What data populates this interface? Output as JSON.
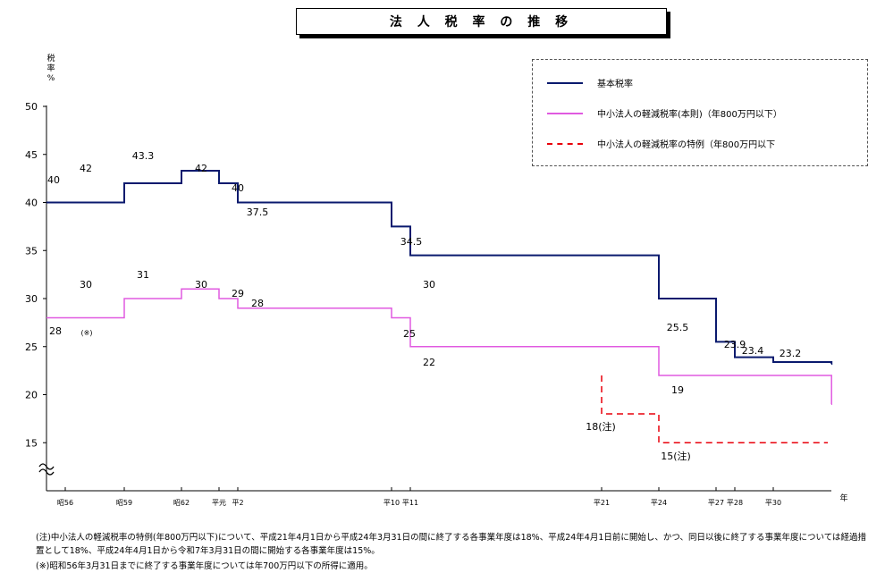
{
  "chart_data": {
    "type": "line",
    "step": true,
    "title": "法 人 税 率 の 推 移",
    "ylabel": "税率 %",
    "xlabel": "年",
    "ylim": [
      10,
      50
    ],
    "yticks": [
      15,
      20,
      25,
      30,
      35,
      40,
      45,
      50
    ],
    "axis_break": true,
    "x_labels": [
      "昭56",
      "昭59",
      "昭62",
      "平元",
      "平2",
      "平10",
      "平11",
      "平21",
      "平24",
      "平27",
      "平28",
      "平30"
    ],
    "legend_position": "top-right",
    "series": [
      {
        "name": "基本税率",
        "color": "#0a1a6e",
        "style": "solid",
        "x": [
          1981,
          1984,
          1987,
          1989,
          1990,
          1998,
          1999,
          2012,
          2015,
          2016,
          2018,
          2021
        ],
        "y": [
          40,
          42,
          43.3,
          42,
          40,
          37.5,
          34.5,
          30,
          25.5,
          23.9,
          23.4,
          23.2
        ],
        "labels": [
          "40",
          "42",
          "43.3",
          "42",
          "40",
          "37.5",
          "34.5",
          "30",
          "25.5",
          "23.9",
          "23.4",
          "23.2"
        ]
      },
      {
        "name": "中小法人の軽減税率(本則)（年800万円以下）",
        "color": "#e05ae0",
        "style": "solid",
        "x": [
          1981,
          1984,
          1987,
          1989,
          1990,
          1998,
          1999,
          2012,
          2021
        ],
        "y": [
          28,
          30,
          31,
          30,
          29,
          28,
          25,
          22,
          19
        ],
        "labels": [
          "28",
          "30",
          "31",
          "30",
          "29",
          "28",
          "25",
          "22",
          "19"
        ]
      },
      {
        "name": "中小法人の軽減税率の特例（年800万円以下",
        "color": "#e8000b",
        "style": "dashed",
        "x": [
          2009,
          2012,
          2021
        ],
        "y": [
          18,
          15,
          15
        ],
        "labels": [
          "18(注)",
          "15(注)"
        ]
      }
    ],
    "annotations": [
      "(※)"
    ]
  },
  "footnotes": {
    "note1": "(注)中小法人の軽減税率の特例(年800万円以下)について、平成21年4月1日から平成24年3月31日の間に終了する各事業年度は18%、平成24年4月1日前に開始し、かつ、同日以後に終了する事業年度については経過措置として18%、平成24年4月1日から令和7年3月31日の間に開始する各事業年度は15%。",
    "note2": "(※)昭和56年3月31日までに終了する事業年度については年700万円以下の所得に適用。"
  }
}
